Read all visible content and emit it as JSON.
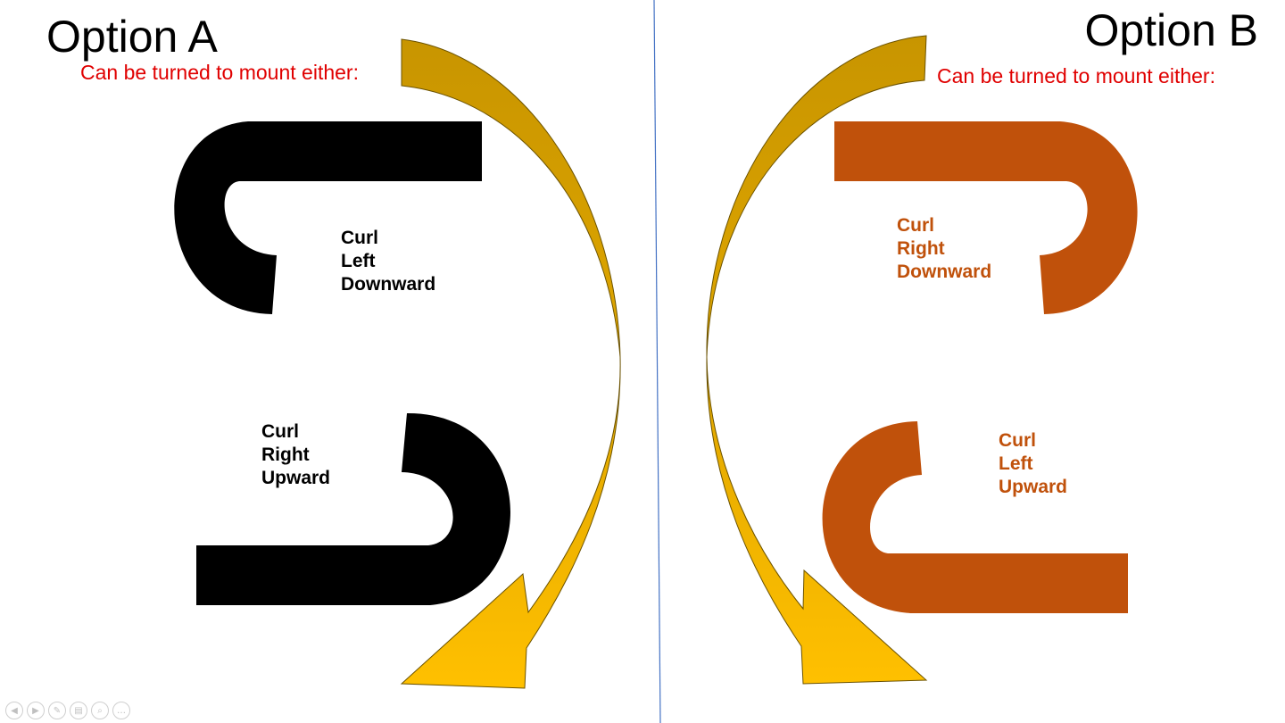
{
  "slide": {
    "option_a": {
      "title": "Option A",
      "subtitle": "Can be turned to mount either:",
      "curl_top": [
        "Curl",
        "Left",
        "Downward"
      ],
      "curl_bottom": [
        "Curl",
        "Right",
        "Upward"
      ]
    },
    "option_b": {
      "title": "Option B",
      "subtitle": "Can be turned to mount either:",
      "curl_top": [
        "Curl",
        "Right",
        "Downward"
      ],
      "curl_bottom": [
        "Curl",
        "Left",
        "Upward"
      ]
    }
  },
  "colors": {
    "title": "#000000",
    "subtitle": "#e00000",
    "curl_a": "#000000",
    "curl_b": "#c0510b",
    "arrow_dark": "#c89500",
    "arrow_light": "#ffc000",
    "divider": "#4472c4"
  },
  "nav_controls": [
    {
      "icon": "previous-icon",
      "glyph": "◀"
    },
    {
      "icon": "next-icon",
      "glyph": "▶"
    },
    {
      "icon": "pen-icon",
      "glyph": "✎"
    },
    {
      "icon": "slides-icon",
      "glyph": "▤"
    },
    {
      "icon": "zoom-icon",
      "glyph": "⌕"
    },
    {
      "icon": "more-options-icon",
      "glyph": "…"
    }
  ]
}
